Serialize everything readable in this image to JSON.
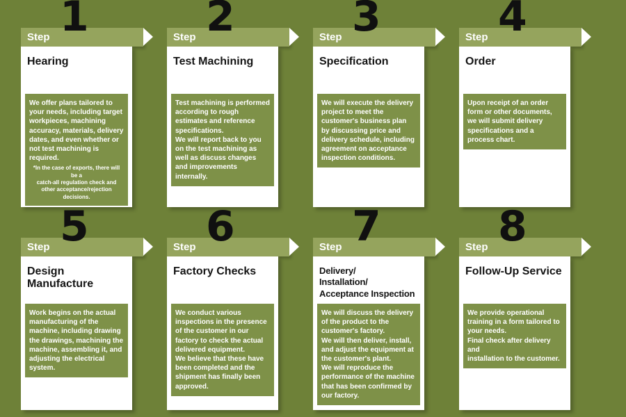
{
  "colors": {
    "background": "#6e8138",
    "banner_green": "#95a45d",
    "desc_box_green": "#7e9148",
    "panel_white": "#ffffff",
    "number_black": "#101010",
    "desc_text_white": "#ffffff"
  },
  "steps": [
    {
      "label": "Step",
      "number": "1",
      "title": "Hearing",
      "desc": "We offer plans tailored to your needs, including target workpieces, machining accuracy, materials, delivery dates, and even whether or not test machining is required.",
      "note": "*In the case of exports, there will be a\ncatch-all regulation check and\nother acceptance/rejection decisions."
    },
    {
      "label": "Step",
      "number": "2",
      "title": "Test Machining",
      "desc": "Test machining is performed according to rough estimates and reference specifications.\nWe will report back to you on the test machining as well as discuss changes and improvements internally."
    },
    {
      "label": "Step",
      "number": "3",
      "title": "Specification",
      "desc": "We will execute the delivery project to meet the customer's business plan by discussing price and delivery schedule, including agreement on acceptance inspection conditions."
    },
    {
      "label": "Step",
      "number": "4",
      "title": "Order",
      "desc": "Upon receipt of an order form or other documents, we will submit delivery specifications and a process chart."
    },
    {
      "label": "Step",
      "number": "5",
      "title": "Design\nManufacture",
      "desc": "Work begins on the actual manufacturing of the machine, including drawing the drawings, machining the machine, assembling it, and adjusting the electrical system."
    },
    {
      "label": "Step",
      "number": "6",
      "title": "Factory Checks",
      "desc": "We conduct various inspections in the presence of the customer in our factory to check the actual delivered equipment.\nWe believe that these have been completed and the shipment has finally been approved."
    },
    {
      "label": "Step",
      "number": "7",
      "title": "Delivery/\nInstallation/\nAcceptance Inspection",
      "desc": "We will discuss the delivery of the product to the customer's factory.\nWe will then deliver, install, and adjust the equipment at the customer's plant.\nWe will reproduce the performance of the machine that has been confirmed by our factory."
    },
    {
      "label": "Step",
      "number": "8",
      "title": "Follow-Up Service",
      "desc": "We provide operational training in a form tailored to your needs.\nFinal check after delivery and\n installation to the customer."
    }
  ]
}
